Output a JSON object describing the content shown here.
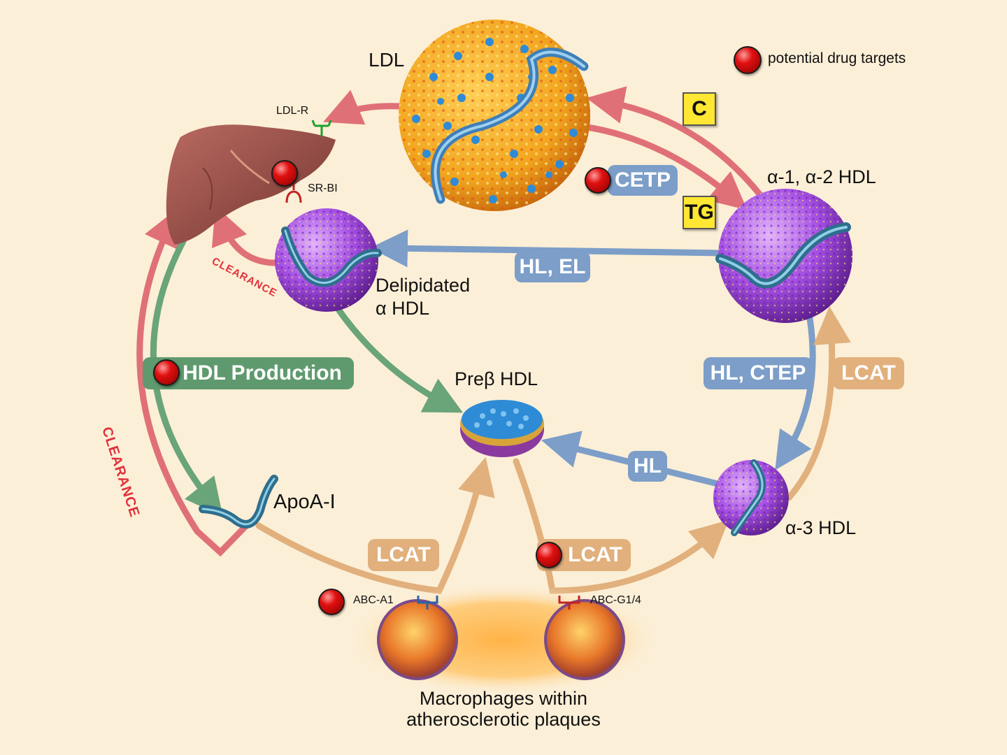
{
  "legend": {
    "text": "potential drug targets"
  },
  "nodes": {
    "ldl": "LDL",
    "ldl_r": "LDL-R",
    "sr_bi": "SR-BI",
    "alpha12": "α-1, α-2 HDL",
    "delipidated_1": "Delipidated",
    "delipidated_2": "α HDL",
    "prebeta": "Preβ HDL",
    "apoa": "ApoA-I",
    "alpha3": "α-3 HDL",
    "abca1": "ABC-A1",
    "abcg": "ABC-G1/4",
    "macro_1": "Macrophages within",
    "macro_2": "atherosclerotic plaques"
  },
  "pathway_labels": {
    "c": "C",
    "tg": "TG",
    "cetp": "CETP",
    "hl_el": "HL, EL",
    "hdl_production": "HDL Production",
    "hl_ctep": "HL, CTEP",
    "lcat_right": "LCAT",
    "hl": "HL",
    "lcat_left": "LCAT",
    "lcat_mid": "LCAT",
    "clearance_small": "CLEARANCE",
    "clearance_large": "CLEARANCE"
  },
  "colors": {
    "background": "#fcefd7",
    "red_arrow": "#e07078",
    "blue_arrow": "#7c9ec8",
    "green_arrow": "#6aa479",
    "tan_arrow": "#e1b07c",
    "ldl_orange": "#f2a51e",
    "hdl_purple": "#a44ee2",
    "drug_target": "#e01010",
    "highlight_box": "#ffe733"
  }
}
